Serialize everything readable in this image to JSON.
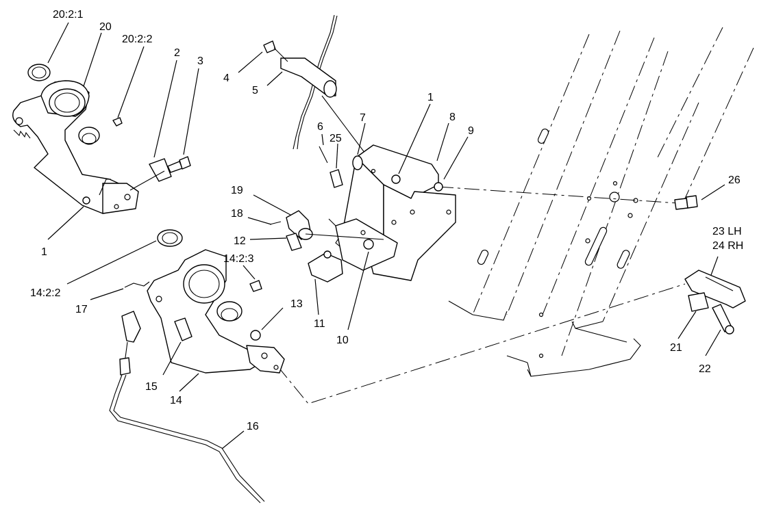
{
  "callouts": {
    "c_20_2_1": "20:2:1",
    "c_20": "20",
    "c_20_2_2": "20:2:2",
    "c_2": "2",
    "c_3": "3",
    "c_4": "4",
    "c_5": "5",
    "c_1_top": "1",
    "c_8": "8",
    "c_7": "7",
    "c_6": "6",
    "c_25": "25",
    "c_9": "9",
    "c_26": "26",
    "c_19": "19",
    "c_18": "18",
    "c_12": "12",
    "c_1_left": "1",
    "c_14_2_3": "14:2:3",
    "c_14_2_2": "14:2:2",
    "c_17": "17",
    "c_13": "13",
    "c_11": "11",
    "c_10": "10",
    "c_15": "15",
    "c_14": "14",
    "c_16": "16",
    "c_23": "23 LH",
    "c_24": "24 RH",
    "c_21": "21",
    "c_22": "22"
  }
}
